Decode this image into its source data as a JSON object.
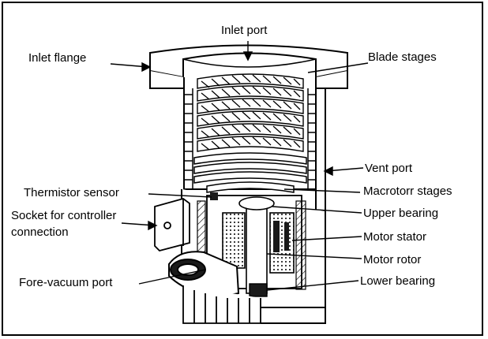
{
  "labels": {
    "inlet_port": "Inlet port",
    "inlet_flange": "Inlet flange",
    "blade_stages": "Blade stages",
    "vent_port": "Vent port",
    "thermistor_sensor": "Thermistor sensor",
    "macrotorr_stages": "Macrotorr stages",
    "socket_line1": "Socket for controller",
    "socket_line2": "connection",
    "upper_bearing": "Upper bearing",
    "motor_stator": "Motor stator",
    "motor_rotor": "Motor rotor",
    "fore_vacuum_port": "Fore-vacuum port",
    "lower_bearing": "Lower bearing"
  },
  "colors": {
    "ink": "#000000",
    "paper": "#ffffff",
    "shade": "#1a1a1a"
  }
}
